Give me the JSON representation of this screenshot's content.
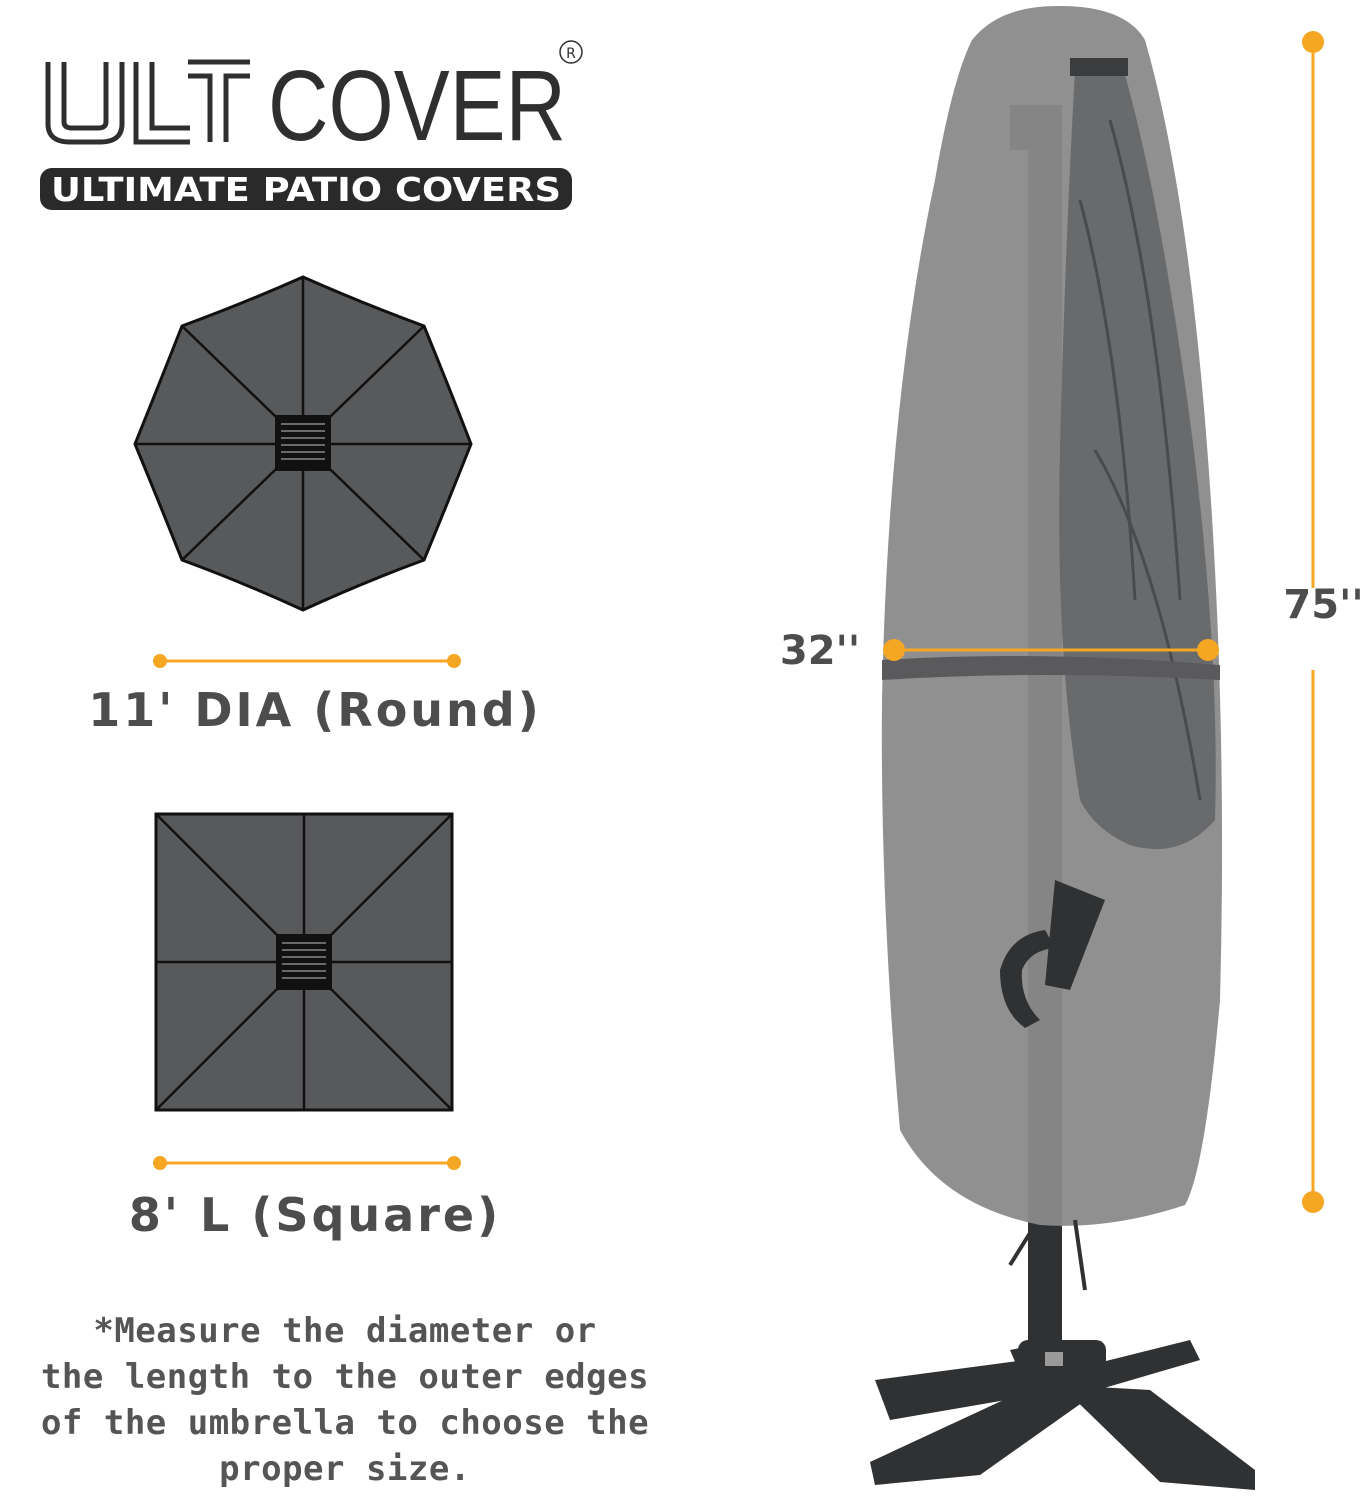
{
  "brand": {
    "name_bold": "ULT",
    "name_light": "COVER",
    "registered": "R",
    "tagline": "ULTIMATE PATIO COVERS"
  },
  "sizes": {
    "round_label": "11' DIA (Round)",
    "square_label": "8' L (Square)"
  },
  "dimensions": {
    "width_label": "32''",
    "height_label": "75''"
  },
  "note": "*Measure the diameter or\nthe length to the outer edges\nof  the umbrella to choose the\nproper size.",
  "colors": {
    "accent": "#f5a623",
    "umbrella_fill": "#58595b",
    "cover_fill": "#8a8a8a",
    "frame": "#2f3133",
    "text": "#4d4d4d"
  }
}
